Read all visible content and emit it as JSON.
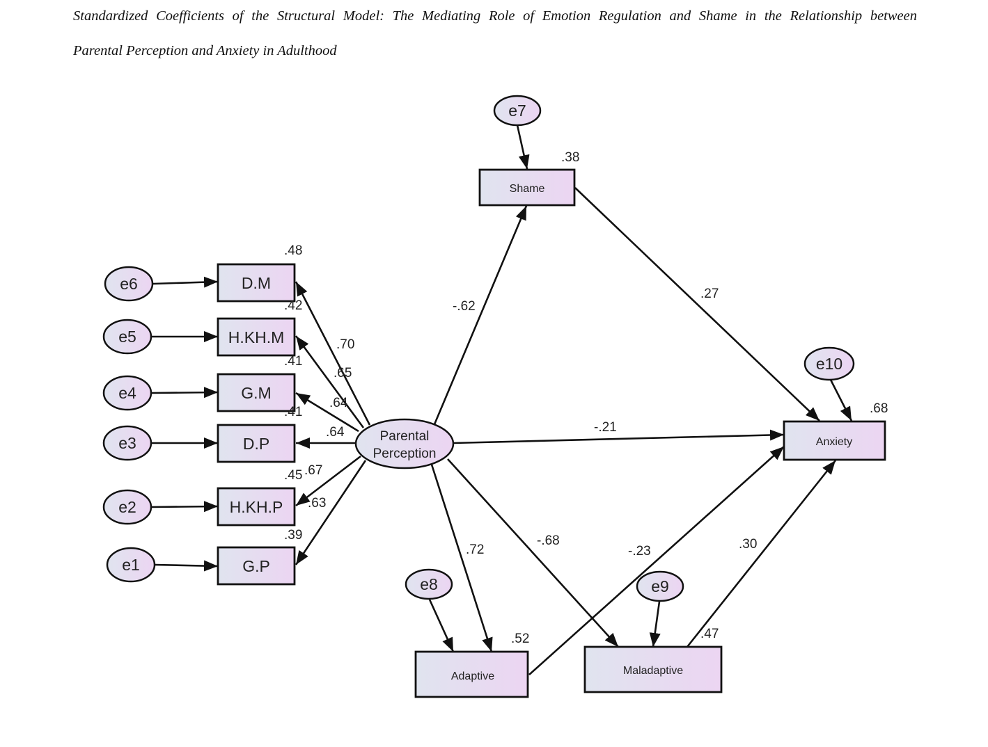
{
  "caption": {
    "line1": "Standardized Coefficients of the Structural Model: The Mediating Role of Emotion Regulation and Shame in the Relationship between",
    "line2": "Parental Perception and Anxiety in Adulthood"
  },
  "colors": {
    "node_fill_start": "#e0e4ef",
    "node_fill_end": "#ecd5f2",
    "stroke": "#111111"
  },
  "nodes": {
    "latent": {
      "id": "parental-perception",
      "label_lines": [
        "Parental",
        "Perception"
      ]
    },
    "indicators": [
      {
        "id": "dm",
        "label": "D.M",
        "r2": ".48",
        "loading": ".70",
        "error": "e6"
      },
      {
        "id": "hkhm",
        "label": "H.KH.M",
        "r2": ".42",
        "loading": ".65",
        "error": "e5"
      },
      {
        "id": "gm",
        "label": "G.M",
        "r2": ".41",
        "loading": ".64",
        "error": "e4"
      },
      {
        "id": "dp",
        "label": "D.P",
        "r2": ".41",
        "loading": ".64",
        "error": "e3"
      },
      {
        "id": "hkhp",
        "label": "H.KH.P",
        "r2": ".45",
        "loading": ".67",
        "error": "e2"
      },
      {
        "id": "gp",
        "label": "G.P",
        "r2": ".39",
        "loading": ".63",
        "error": "e1"
      }
    ],
    "endogenous": [
      {
        "id": "shame",
        "label": "Shame",
        "r2": ".38",
        "error": "e7"
      },
      {
        "id": "adaptive",
        "label": "Adaptive",
        "r2": ".52",
        "error": "e8"
      },
      {
        "id": "maladaptive",
        "label": "Maladaptive",
        "r2": ".47",
        "error": "e9"
      },
      {
        "id": "anxiety",
        "label": "Anxiety",
        "r2": ".68",
        "error": "e10"
      }
    ]
  },
  "paths": [
    {
      "from": "Parental Perception",
      "to": "Shame",
      "coef": "-.62"
    },
    {
      "from": "Parental Perception",
      "to": "Anxiety",
      "coef": "-.21"
    },
    {
      "from": "Parental Perception",
      "to": "Adaptive",
      "coef": ".72"
    },
    {
      "from": "Parental Perception",
      "to": "Maladaptive",
      "coef": "-.68"
    },
    {
      "from": "Shame",
      "to": "Anxiety",
      "coef": ".27"
    },
    {
      "from": "Adaptive",
      "to": "Anxiety",
      "coef": "-.23"
    },
    {
      "from": "Maladaptive",
      "to": "Anxiety",
      "coef": ".30"
    }
  ]
}
